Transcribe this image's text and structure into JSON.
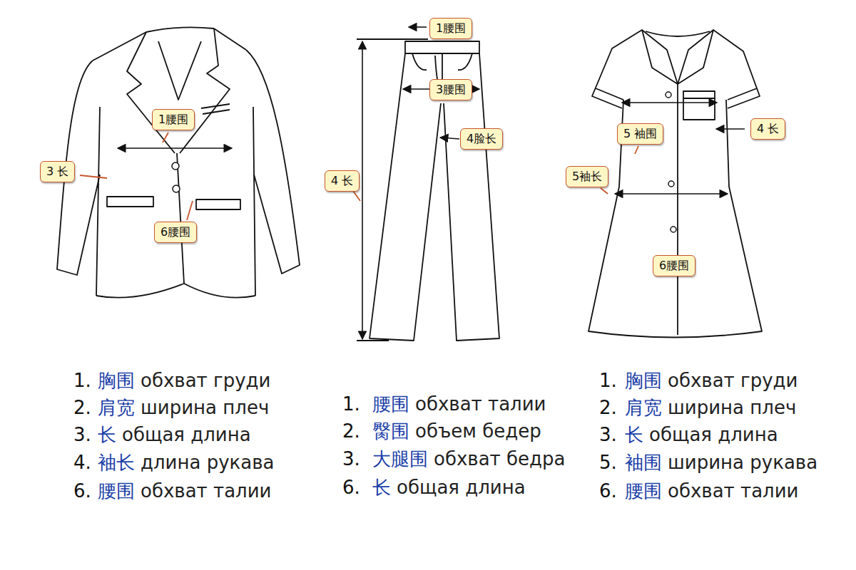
{
  "diagram": {
    "nodes": [
      {
        "text": [
          "1腰围"
        ]
      },
      {
        "text": [
          "3 长"
        ]
      },
      {
        "text": [
          "6腰围"
        ]
      },
      {
        "text": [
          "1腰围"
        ]
      },
      {
        "text": [
          "3腰围"
        ]
      },
      {
        "text": [
          "4脸长"
        ]
      },
      {
        "text": [
          "4 长"
        ]
      },
      {
        "text": [
          "5 袖围"
        ]
      },
      {
        "text": [
          "4 长"
        ]
      },
      {
        "text": [
          "5袖长"
        ]
      },
      {
        "text": [
          "6腰围"
        ]
      }
    ],
    "labels": [
      "1.",
      "胸围",
      "обхват груди",
      "2.",
      "肩宽",
      "ширина плеч",
      "3.",
      "长",
      "общая длина",
      "4.",
      "袖长",
      "длина рукава",
      "6.",
      "腰围",
      "обхват талии",
      "1.",
      "腰围",
      "обхват талии",
      "2.",
      "臋围",
      "объем бедер",
      "3.",
      "大腿围",
      "обхват бедра",
      "6.",
      "长",
      "общая длина",
      "1.",
      "胸围",
      "обхват груди",
      "2.",
      "肩宽",
      "ширина плеч",
      "3.",
      "长",
      "общая длина",
      "5.",
      "袖围",
      "ширина рукава",
      "6.",
      "腰围",
      "обхват талии"
    ]
  }
}
